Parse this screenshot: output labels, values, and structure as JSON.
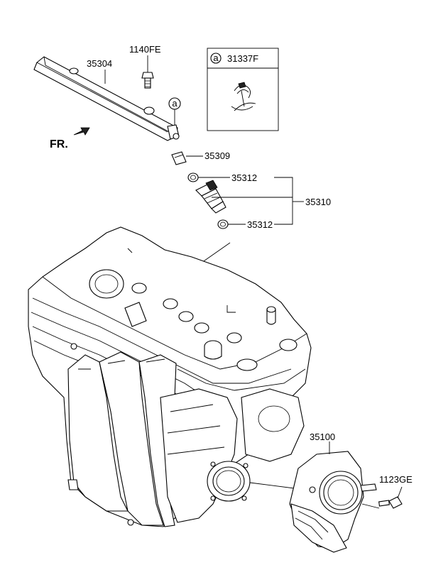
{
  "labels": {
    "fuel_rail": "35304",
    "bolt_top": "1140FE",
    "ref_circle": "a",
    "box_circle": "a",
    "box_part": "31337F",
    "front": "FR.",
    "clip": "35309",
    "oring_upper": "35312",
    "oring_lower": "35312",
    "injector_assy": "35310",
    "throttle_body": "35100",
    "bolt_tb": "1123GE"
  }
}
